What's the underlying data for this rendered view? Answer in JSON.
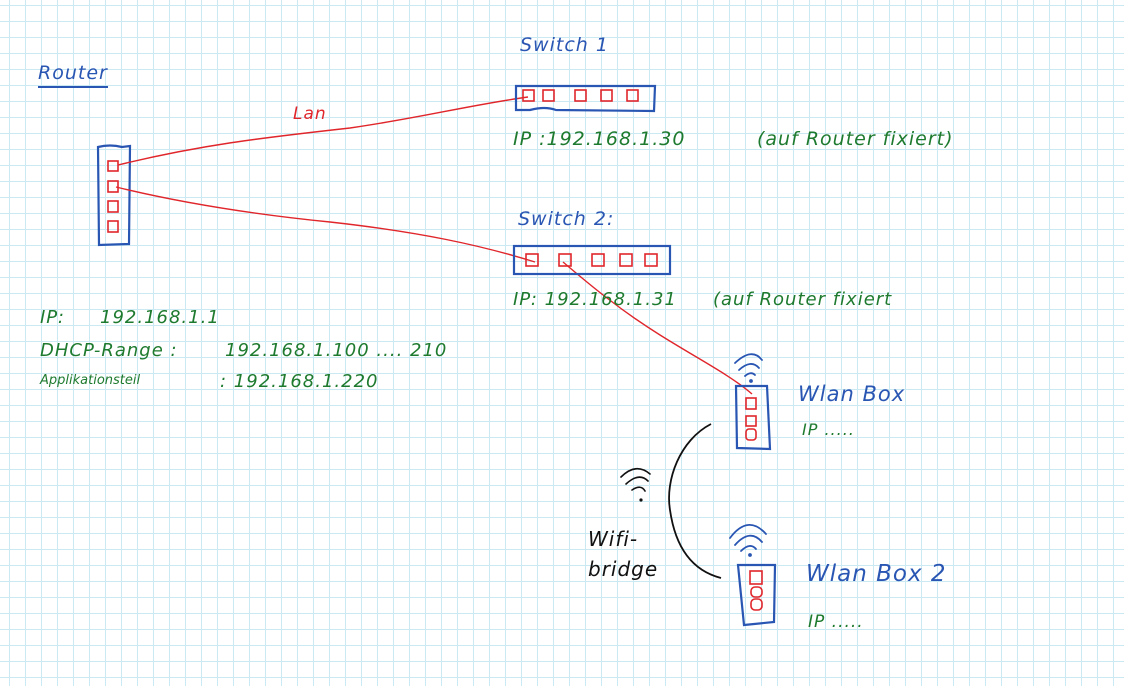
{
  "colors": {
    "grid": "#cbe9f2",
    "device_outline": "#2a56b3",
    "port": "#e0262b",
    "lan_cable": "#e0262b",
    "ip_text": "#1e7a2e",
    "wifi_bridge": "#111111"
  },
  "router": {
    "title": "Router",
    "ports": 4,
    "ip_label": "IP:",
    "ip": "192.168.1.1",
    "dhcp_label": "DHCP-Range :",
    "dhcp_range": "192.168.1.100 .... 210",
    "app_label": "Applikationsteil",
    "app_ip": ":  192.168.1.220"
  },
  "lan_label": "Lan",
  "switch1": {
    "title": "Switch 1",
    "ports": 5,
    "ip_text": "IP  :192.168.1.30",
    "note": "(auf Router fixiert)"
  },
  "switch2": {
    "title": "Switch 2:",
    "ports": 5,
    "ip_text": "IP: 192.168.1.31",
    "note": "(auf Router fixiert"
  },
  "wlan_box1": {
    "title": "Wlan Box",
    "ports": 3,
    "ip_text": "IP ....."
  },
  "wlan_box2": {
    "title": "Wlan Box 2",
    "ports": 3,
    "ip_text": "IP ....."
  },
  "wifi_bridge": {
    "line1": "Wifi-",
    "line2": "bridge"
  },
  "icons": [
    "wifi-signal-icon",
    "router-device",
    "switch-device",
    "wlan-box-device"
  ]
}
